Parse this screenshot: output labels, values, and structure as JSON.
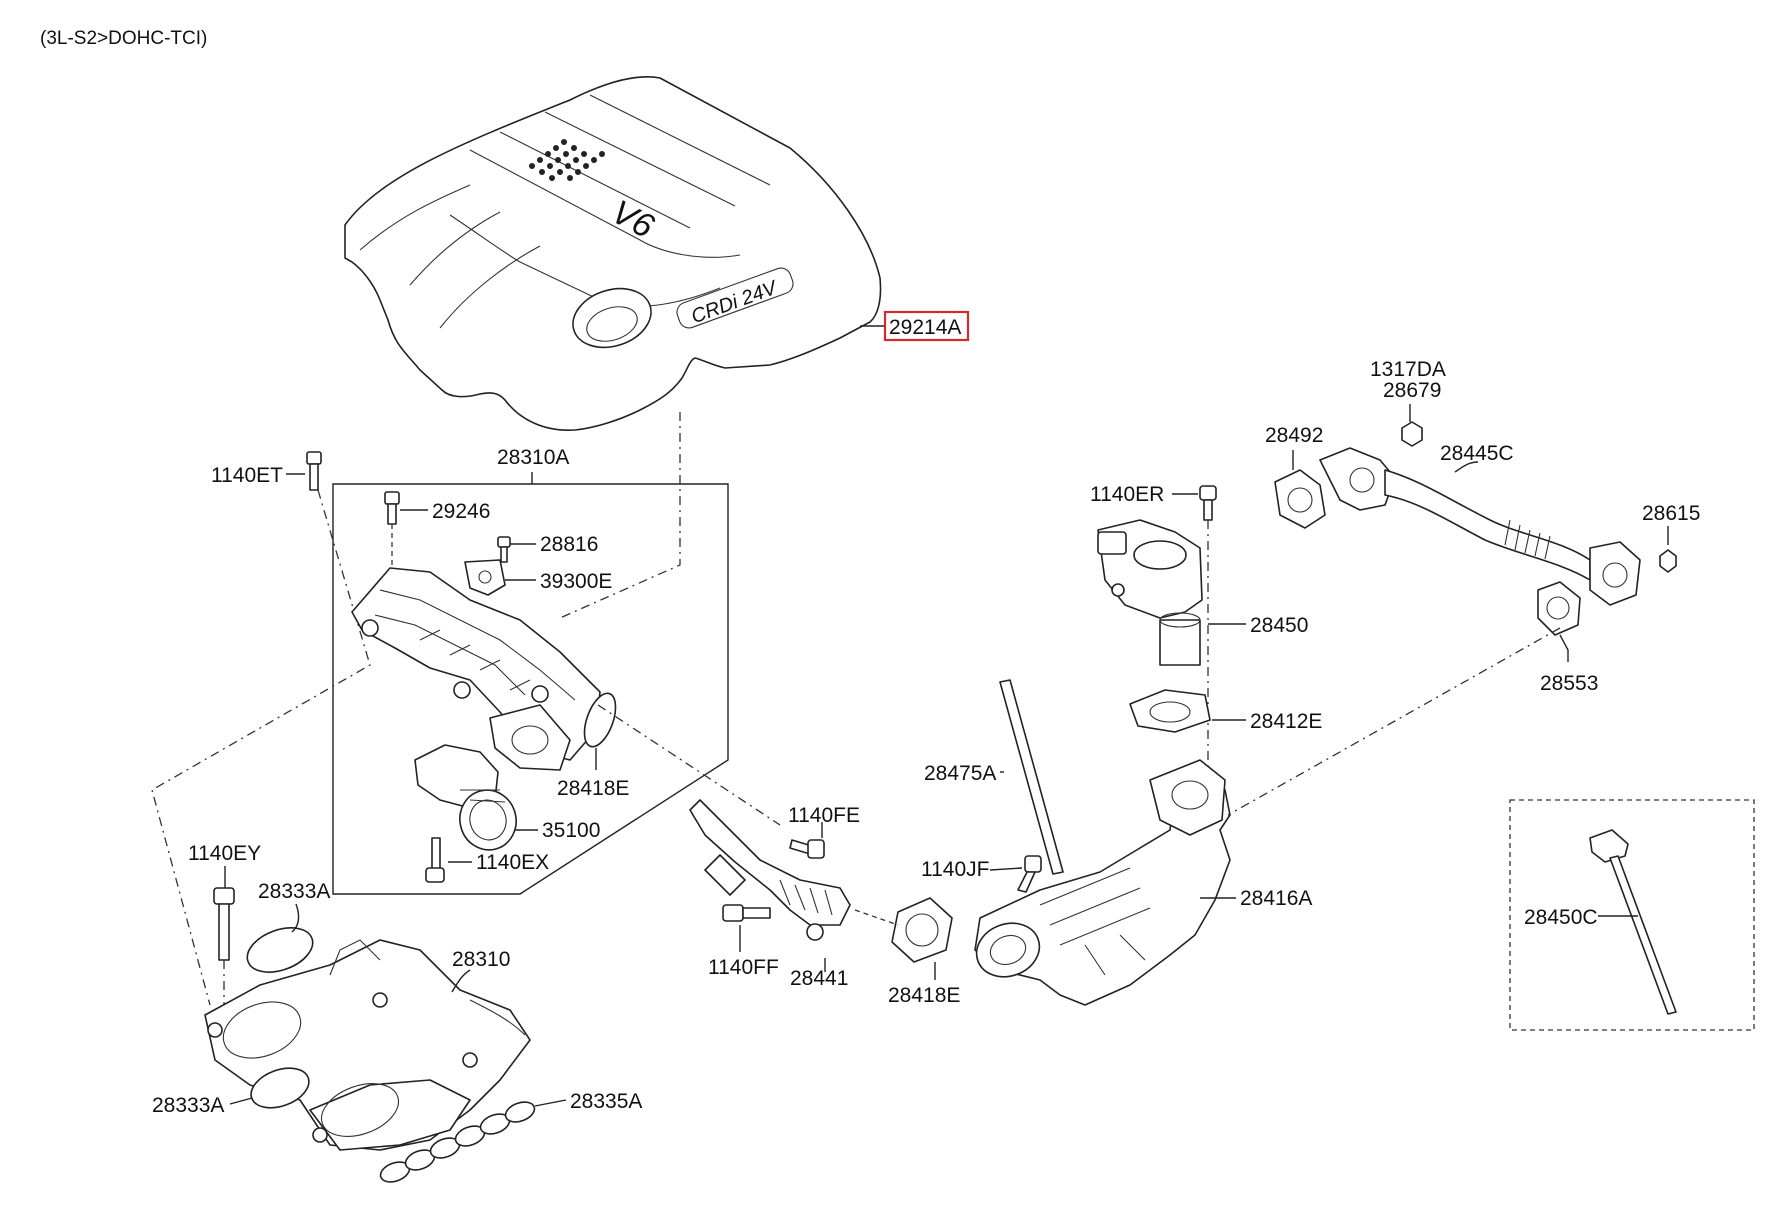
{
  "header": {
    "variant": "(3L-S2>DOHC-TCI)"
  },
  "cover": {
    "badge": "V6",
    "script": "CRDi 24V"
  },
  "highlight": {
    "part": "29214A",
    "color": "#d42a2a"
  },
  "parts": {
    "p29214A": "29214A",
    "p28310A": "28310A",
    "p1140ET": "1140ET",
    "p29246": "29246",
    "p28816": "28816",
    "p39300E": "39300E",
    "p28418E_a": "28418E",
    "p35100": "35100",
    "p1140EX": "1140EX",
    "p1140EY": "1140EY",
    "p28333A_a": "28333A",
    "p28310": "28310",
    "p28333A_b": "28333A",
    "p28335A": "28335A",
    "p1140FE": "1140FE",
    "p1140FF": "1140FF",
    "p28441": "28441",
    "p28418E_b": "28418E",
    "p1140JF": "1140JF",
    "p28475A": "28475A",
    "p28416A": "28416A",
    "p1140ER": "1140ER",
    "p28450": "28450",
    "p28412E": "28412E",
    "p1317DA": "1317DA",
    "p28679": "28679",
    "p28492": "28492",
    "p28445C": "28445C",
    "p28615": "28615",
    "p28553": "28553",
    "p28450C": "28450C"
  }
}
